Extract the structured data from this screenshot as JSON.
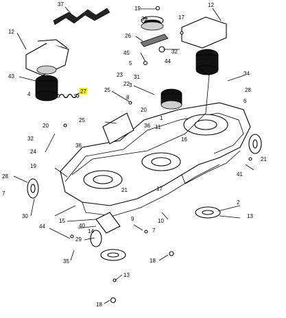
{
  "diagram": {
    "labels": [
      "37",
      "19",
      "39",
      "12",
      "17",
      "12",
      "26",
      "32",
      "45",
      "5",
      "44",
      "43",
      "4",
      "27",
      "25",
      "22",
      "23",
      "3",
      "31",
      "28",
      "8",
      "20",
      "34",
      "6",
      "1",
      "25",
      "11",
      "36",
      "16",
      "20",
      "32",
      "24",
      "36",
      "19",
      "21",
      "28",
      "41",
      "21",
      "7",
      "17",
      "30",
      "15",
      "40",
      "10",
      "2",
      "13",
      "14",
      "44",
      "29",
      "9",
      "35",
      "18",
      "13",
      "7",
      "18"
    ],
    "highlight_label": "27",
    "highlight_color": "#fff200"
  }
}
